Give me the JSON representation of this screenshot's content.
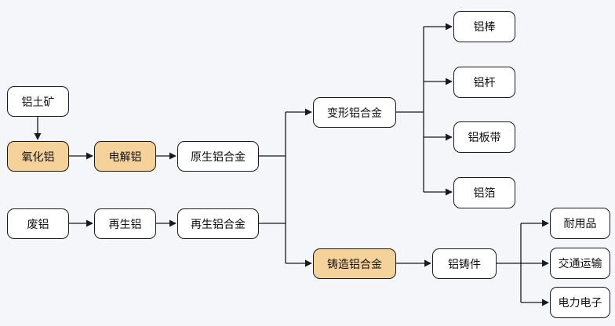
{
  "diagram": {
    "colors": {
      "highlight_fill": "#f6d29b",
      "node_fill": "#ffffff",
      "line": "#1a1a1a",
      "background": "#f5f6fa"
    },
    "nodes": {
      "bauxite": "铝土矿",
      "alumina": "氧化铝",
      "electrolytic_al": "电解铝",
      "primary_alloy": "原生铝合金",
      "scrap_al": "废铝",
      "recycled_al": "再生铝",
      "recycled_alloy": "再生铝合金",
      "wrought_alloy": "变形铝合金",
      "casting_alloy": "铸造铝合金",
      "al_bar": "铝棒",
      "al_rod": "铝杆",
      "al_strip": "铝板带",
      "al_foil": "铝箔",
      "al_casting": "铝铸件",
      "durables": "耐用品",
      "transport": "交通运输",
      "power_electronics": "电力电子"
    }
  }
}
